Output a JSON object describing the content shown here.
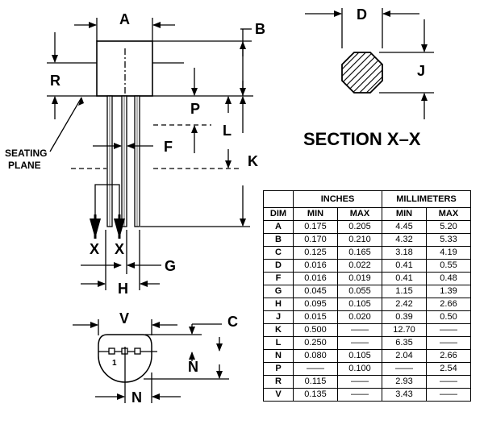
{
  "labels": {
    "A": "A",
    "B": "B",
    "R": "R",
    "P": "P",
    "L": "L",
    "F": "F",
    "K": "K",
    "X1": "X",
    "X2": "X",
    "G": "G",
    "H": "H",
    "D": "D",
    "J": "J",
    "V": "V",
    "C": "C",
    "N1": "N",
    "N2": "N",
    "pin1": "1"
  },
  "seating_plane": {
    "line1": "SEATING",
    "line2": "PLANE"
  },
  "section_title": "SECTION X–X",
  "table": {
    "group_inches": "INCHES",
    "group_mm": "MILLIMETERS",
    "col_dim": "DIM",
    "col_min": "MIN",
    "col_max": "MAX",
    "rows": [
      {
        "dim": "A",
        "in_min": "0.175",
        "in_max": "0.205",
        "mm_min": "4.45",
        "mm_max": "5.20"
      },
      {
        "dim": "B",
        "in_min": "0.170",
        "in_max": "0.210",
        "mm_min": "4.32",
        "mm_max": "5.33"
      },
      {
        "dim": "C",
        "in_min": "0.125",
        "in_max": "0.165",
        "mm_min": "3.18",
        "mm_max": "4.19"
      },
      {
        "dim": "D",
        "in_min": "0.016",
        "in_max": "0.022",
        "mm_min": "0.41",
        "mm_max": "0.55"
      },
      {
        "dim": "F",
        "in_min": "0.016",
        "in_max": "0.019",
        "mm_min": "0.41",
        "mm_max": "0.48"
      },
      {
        "dim": "G",
        "in_min": "0.045",
        "in_max": "0.055",
        "mm_min": "1.15",
        "mm_max": "1.39"
      },
      {
        "dim": "H",
        "in_min": "0.095",
        "in_max": "0.105",
        "mm_min": "2.42",
        "mm_max": "2.66"
      },
      {
        "dim": "J",
        "in_min": "0.015",
        "in_max": "0.020",
        "mm_min": "0.39",
        "mm_max": "0.50"
      },
      {
        "dim": "K",
        "in_min": "0.500",
        "in_max": "——",
        "mm_min": "12.70",
        "mm_max": "——"
      },
      {
        "dim": "L",
        "in_min": "0.250",
        "in_max": "——",
        "mm_min": "6.35",
        "mm_max": "——"
      },
      {
        "dim": "N",
        "in_min": "0.080",
        "in_max": "0.105",
        "mm_min": "2.04",
        "mm_max": "2.66"
      },
      {
        "dim": "P",
        "in_min": "——",
        "in_max": "0.100",
        "mm_min": "——",
        "mm_max": "2.54"
      },
      {
        "dim": "R",
        "in_min": "0.115",
        "in_max": "——",
        "mm_min": "2.93",
        "mm_max": "——"
      },
      {
        "dim": "V",
        "in_min": "0.135",
        "in_max": "——",
        "mm_min": "3.43",
        "mm_max": "——"
      }
    ]
  }
}
